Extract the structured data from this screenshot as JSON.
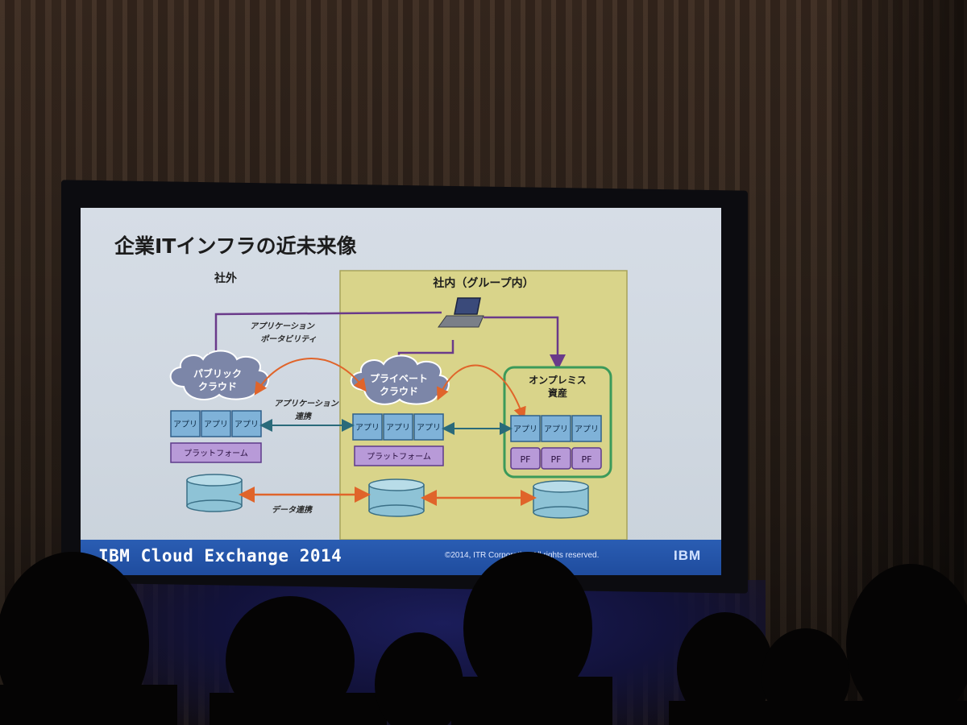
{
  "slide": {
    "title": "企業ITインフラの近未来像",
    "outside_label": "社外",
    "inside_label": "社内（グループ内）",
    "portability_label_line1": "アプリケーション",
    "portability_label_line2": "ポータビリティ",
    "app_link_label_line1": "アプリケーション",
    "app_link_label_line2": "連携",
    "data_link_label": "データ連携",
    "public_cloud_line1": "パブリック",
    "public_cloud_line2": "クラウド",
    "private_cloud_line1": "プライベート",
    "private_cloud_line2": "クラウド",
    "onprem_line1": "オンプレミス",
    "onprem_line2": "資産",
    "app_label": "アプリ",
    "platform_label": "プラットフォーム",
    "pf_label": "PF"
  },
  "footer": {
    "event": "IBM Cloud Exchange 2014",
    "copyright": "©2014, ITR Corporation All rights reserved.",
    "logo": "IBM"
  },
  "colors": {
    "purple_arrow": "#6a3a8a",
    "orange_arrow": "#e0642a",
    "teal_arrow": "#2a6a7a",
    "inside_bg": "#d9d48a",
    "onprem_border": "#3b9a5a",
    "app_box": "#7fb2d8",
    "platform_box": "#b89ad8",
    "db_fill": "#8ec3d6",
    "footer_blue": "#2a5db3"
  }
}
